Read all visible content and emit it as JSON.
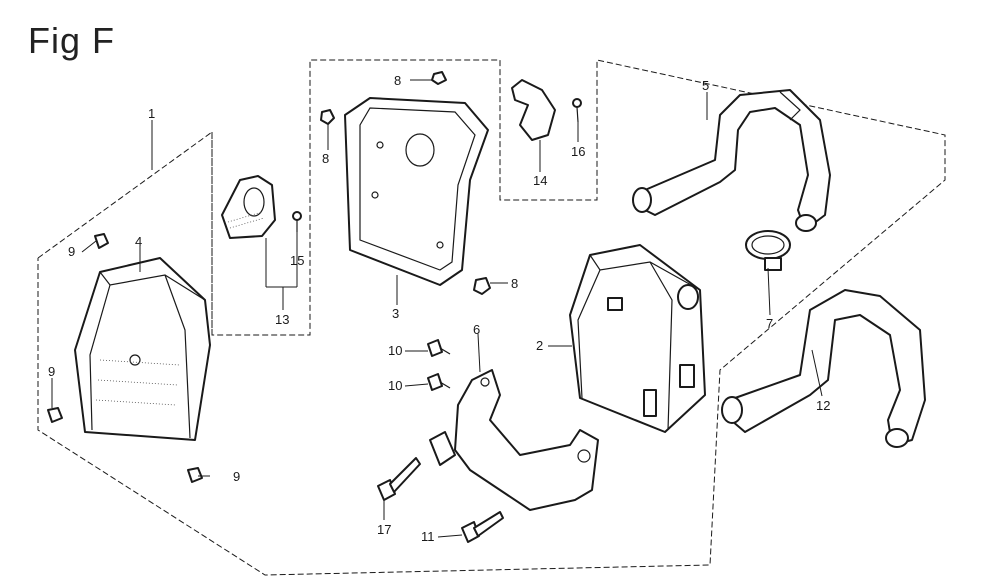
{
  "figure": {
    "title": "Fig F"
  },
  "callouts": {
    "c1": "1",
    "c2": "2",
    "c3": "3",
    "c4": "4",
    "c5": "5",
    "c6": "6",
    "c7": "7",
    "c8a": "8",
    "c8b": "8",
    "c8c": "8",
    "c9a": "9",
    "c9b": "9",
    "c9c": "9",
    "c10a": "10",
    "c10b": "10",
    "c11": "11",
    "c12": "12",
    "c13": "13",
    "c14": "14",
    "c15": "15",
    "c16": "16",
    "c17": "17"
  }
}
